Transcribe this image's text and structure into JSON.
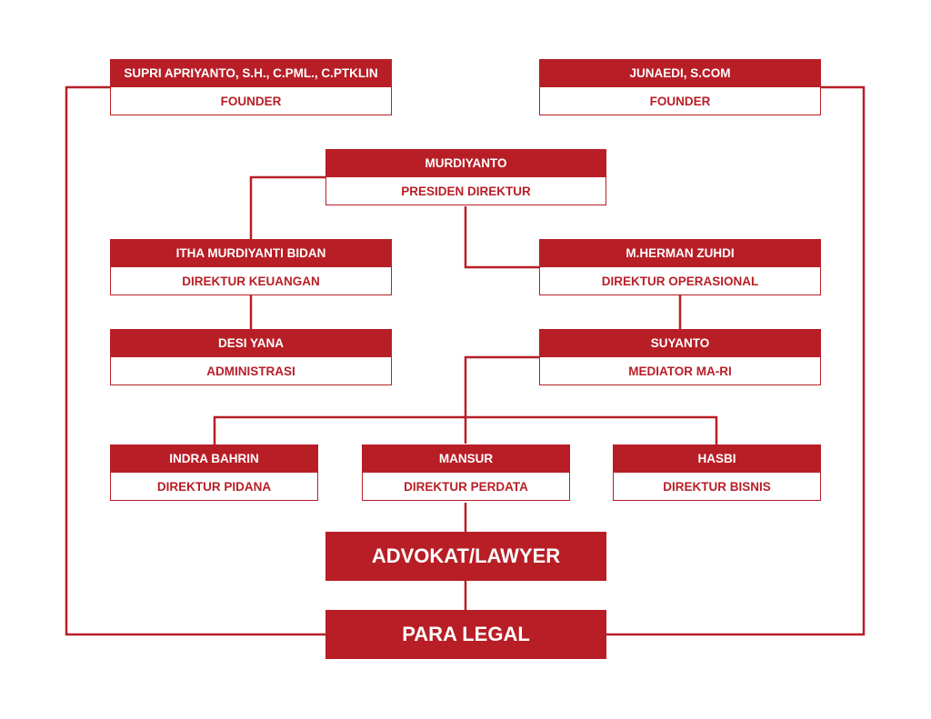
{
  "chart": {
    "founders": [
      {
        "name": "SUPRI APRIYANTO, S.H., C.PML., C.PTKLIN",
        "role": "FOUNDER"
      },
      {
        "name": "JUNAEDI, S.COM",
        "role": "FOUNDER"
      }
    ],
    "president": {
      "name": "MURDIYANTO",
      "role": "PRESIDEN DIREKTUR"
    },
    "directors": {
      "finance": {
        "name": "ITHA MURDIYANTI BIDAN",
        "role": "DIREKTUR KEUANGAN"
      },
      "operations": {
        "name": "M.HERMAN ZUHDI",
        "role": "DIREKTUR OPERASIONAL"
      }
    },
    "admin": {
      "name": "DESI YANA",
      "role": "ADMINISTRASI"
    },
    "mediator": {
      "name": "SUYANTO",
      "role": "MEDIATOR MA-RI"
    },
    "division_heads": [
      {
        "name": "INDRA BAHRIN",
        "role": "DIREKTUR PIDANA"
      },
      {
        "name": "MANSUR",
        "role": "DIREKTUR PERDATA"
      },
      {
        "name": "HASBI",
        "role": "DIREKTUR BISNIS"
      }
    ],
    "advocate": "ADVOKAT/LAWYER",
    "paralegal": "PARA LEGAL"
  },
  "colors": {
    "accent": "#b81e26",
    "background": "#ffffff"
  }
}
